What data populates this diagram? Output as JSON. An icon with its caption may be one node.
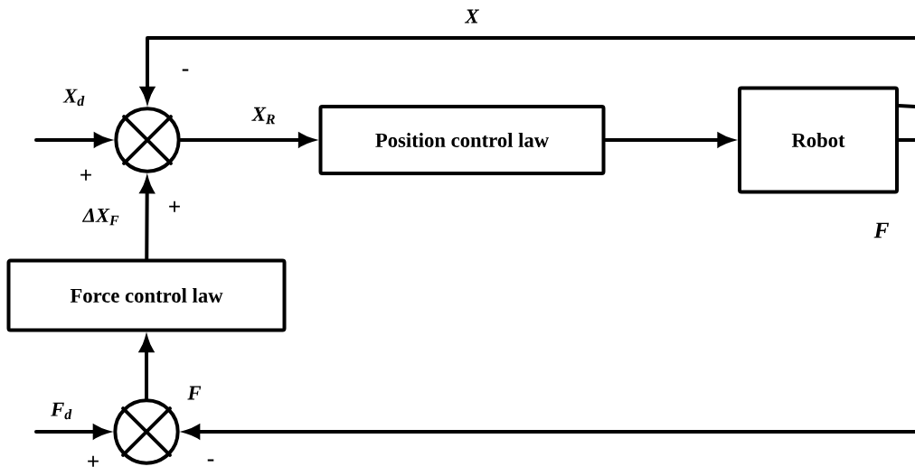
{
  "diagram": {
    "nodes": [
      {
        "text": [],
        "shape": "circle"
      },
      {
        "text": [
          "Position control law"
        ]
      },
      {
        "text": [
          "Robot"
        ]
      },
      {
        "text": [
          "Force control law"
        ]
      },
      {
        "text": [],
        "shape": "circle"
      }
    ],
    "edges": [
      {
        "from": null,
        "to": 0,
        "arrow": "to",
        "label": "X$_{d}$"
      },
      {
        "from": 0,
        "to": 1,
        "arrow": "to",
        "label": "X$_{R}$"
      },
      {
        "from": 1,
        "to": 2,
        "arrow": "to"
      },
      {
        "from": 2,
        "to": null,
        "arrow": "none"
      },
      {
        "from": 2,
        "to": null,
        "arrow": "none"
      },
      {
        "from": null,
        "to": 0,
        "arrow": "to",
        "label": "X"
      },
      {
        "from": 4,
        "to": 3,
        "arrow": "to"
      },
      {
        "from": 3,
        "to": 0,
        "arrow": "to",
        "label": "ΔX$_{F}$"
      },
      {
        "from": null,
        "to": 4,
        "arrow": "to",
        "label": "F$_{d}$"
      },
      {
        "from": null,
        "to": 4,
        "arrow": "to",
        "label": "F"
      }
    ],
    "labels": [
      "-",
      "+",
      "+",
      "F",
      "+",
      "-"
    ]
  }
}
